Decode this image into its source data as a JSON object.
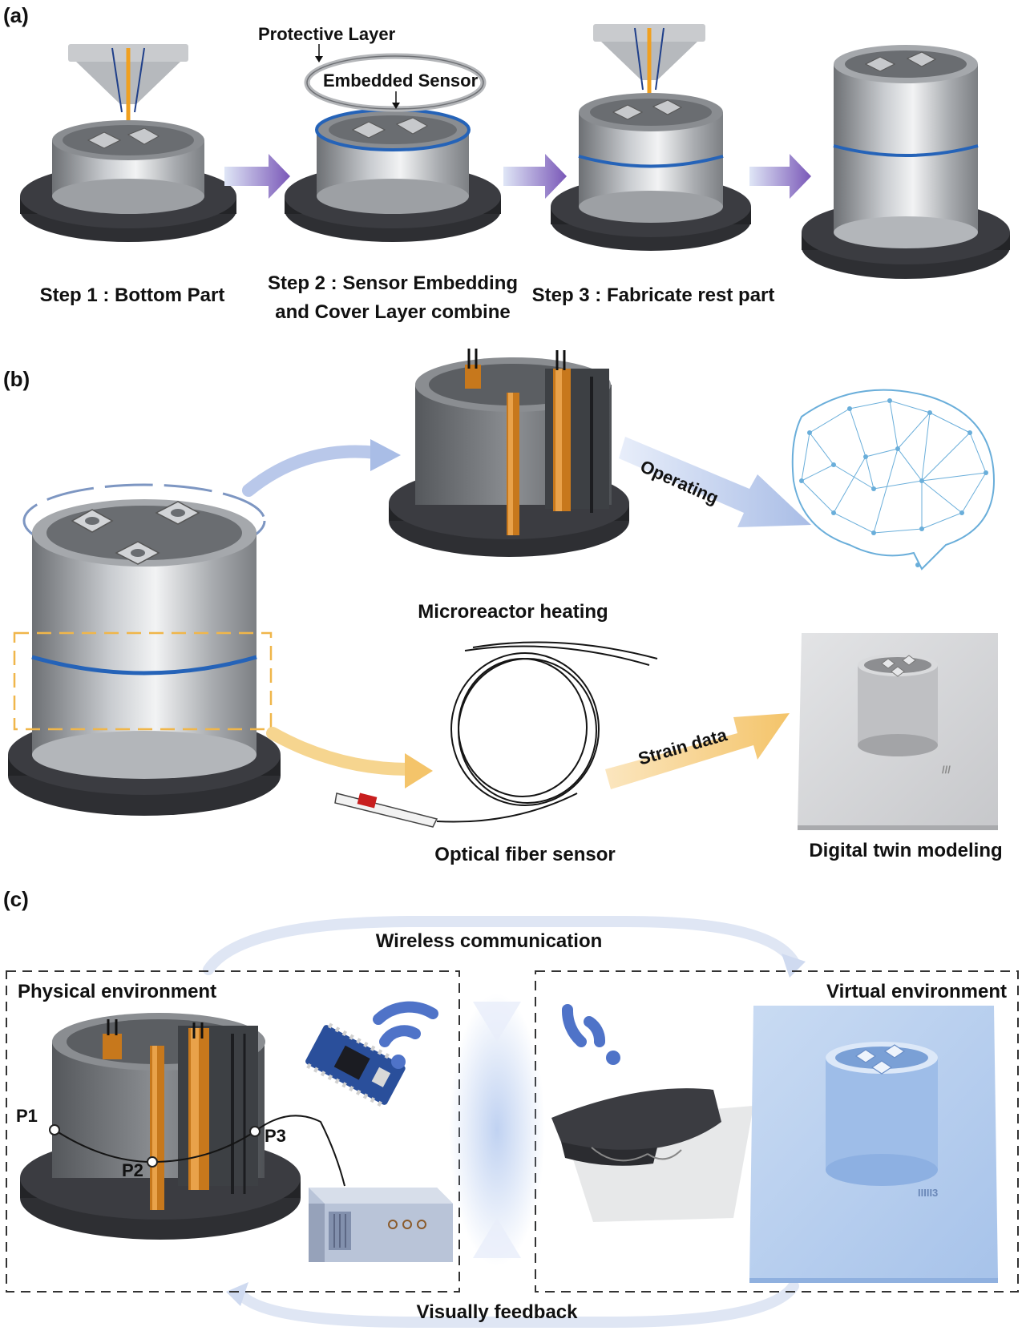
{
  "panels": {
    "a": {
      "label": "(a)",
      "protective_layer": "Protective Layer",
      "embedded_sensor": "Embedded Sensor",
      "step1": "Step 1 : Bottom Part",
      "step2_line1": "Step 2 : Sensor Embedding",
      "step2_line2": "and Cover Layer combine",
      "step3": "Step 3 : Fabricate rest part"
    },
    "b": {
      "label": "(b)",
      "microreactor_heating": "Microreactor heating",
      "operating": "Operating",
      "strain_data": "Strain data",
      "optical_fiber_sensor": "Optical fiber sensor",
      "digital_twin_modeling": "Digital twin modeling"
    },
    "c": {
      "label": "(c)",
      "wireless_communication": "Wireless communication",
      "physical_environment": "Physical environment",
      "virtual_environment": "Virtual environment",
      "visually_feedback": "Visually feedback",
      "p1": "P1",
      "p2": "P2",
      "p3": "P3"
    }
  },
  "colors": {
    "metal": "#9a9da1",
    "metal_light": "#e2e4e6",
    "base": "#2e2f33",
    "sensor_blue": "#2563b8",
    "heater_orange": "#d4811f",
    "arrow_purple": "#7a58b8",
    "arrow_blue": "#a9bde6",
    "arrow_yellow": "#f4c46a",
    "virtual_blue": "#b5cdee",
    "brain_blue": "#5aa6d6"
  }
}
